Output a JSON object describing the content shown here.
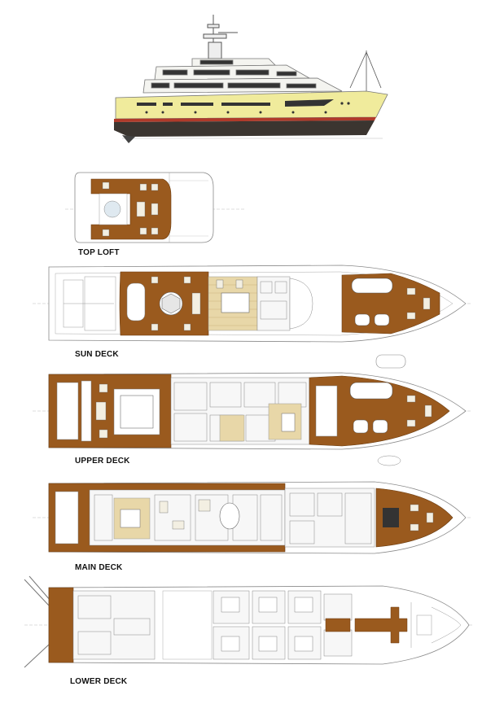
{
  "deck_labels": {
    "top_loft": "TOP LOFT",
    "sun_deck": "SUN DECK",
    "upper_deck": "UPPER DECK",
    "main_deck": "MAIN DECK",
    "lower_deck": "LOWER DECK"
  },
  "colors": {
    "teak": "#9a5a1e",
    "teak_dark": "#6b3d12",
    "hull_cream": "#f0eb9c",
    "hull_bottom": "#3b3530",
    "boot_stripe": "#b03a2a",
    "line": "#8a8a8a",
    "floor_light": "#e8d7a8"
  }
}
